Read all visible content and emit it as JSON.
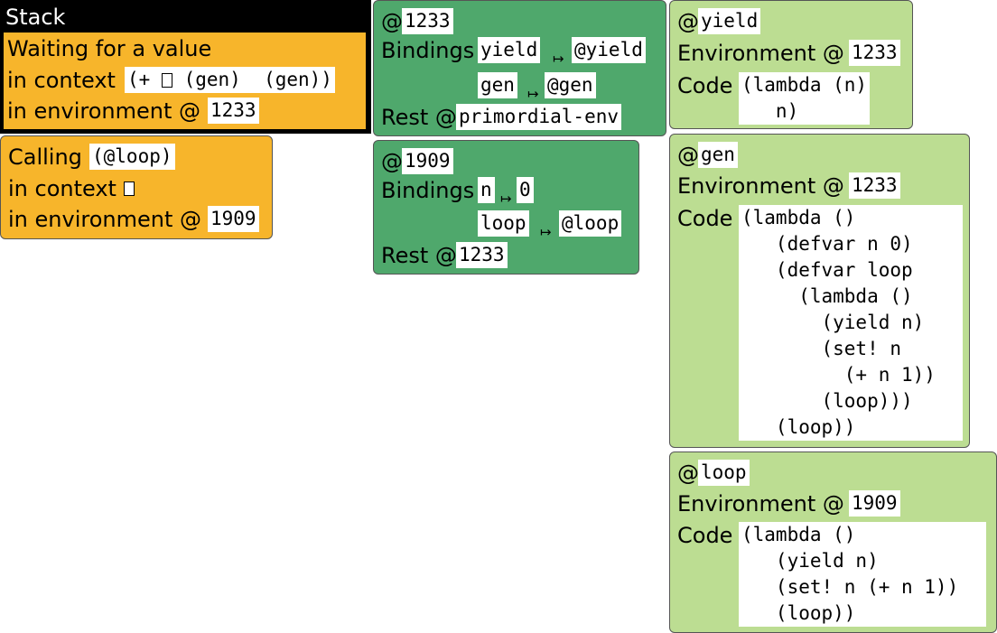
{
  "stack": {
    "title": "Stack",
    "frame1": {
      "heading": "Waiting for a value",
      "context_label": "in context",
      "context_code_before": "(+ ",
      "context_code_after": " (gen)  (gen))",
      "env_label": "in environment @",
      "env_ref": "1233"
    },
    "frame2": {
      "heading": "Calling",
      "call_code": "(@loop)",
      "context_label": "in context",
      "env_label": "in environment @",
      "env_ref": "1909"
    }
  },
  "environments": [
    {
      "at": "@",
      "id": "1233",
      "bindings_label": "Bindings",
      "bindings": [
        {
          "name": "yield",
          "value": "@yield"
        },
        {
          "name": "gen",
          "value": "@gen"
        }
      ],
      "rest_label": "Rest @",
      "rest": "primordial-env"
    },
    {
      "at": "@",
      "id": "1909",
      "bindings_label": "Bindings",
      "bindings": [
        {
          "name": "n",
          "value": "0"
        },
        {
          "name": "loop",
          "value": "@loop"
        }
      ],
      "rest_label": "Rest @",
      "rest": "1233"
    }
  ],
  "closures": [
    {
      "at": "@",
      "name": "yield",
      "env_label": "Environment @",
      "env": "1233",
      "code_label": "Code",
      "code": "(lambda (n)\n   n)"
    },
    {
      "at": "@",
      "name": "gen",
      "env_label": "Environment @",
      "env": "1233",
      "code_label": "Code",
      "code": "(lambda ()\n   (defvar n 0)\n   (defvar loop\n     (lambda ()\n       (yield n)\n       (set! n\n         (+ n 1))\n       (loop)))\n   (loop))"
    },
    {
      "at": "@",
      "name": "loop",
      "env_label": "Environment @",
      "env": "1909",
      "code_label": "Code",
      "code": "(lambda ()\n   (yield n)\n   (set! n (+ n 1))\n   (loop))"
    }
  ],
  "icons": {
    "maps_to": "↦"
  },
  "colors": {
    "stack_frame": "#f7b52b",
    "environment": "#4fa86c",
    "closure": "#bcdd92",
    "stack_border": "#000000"
  }
}
